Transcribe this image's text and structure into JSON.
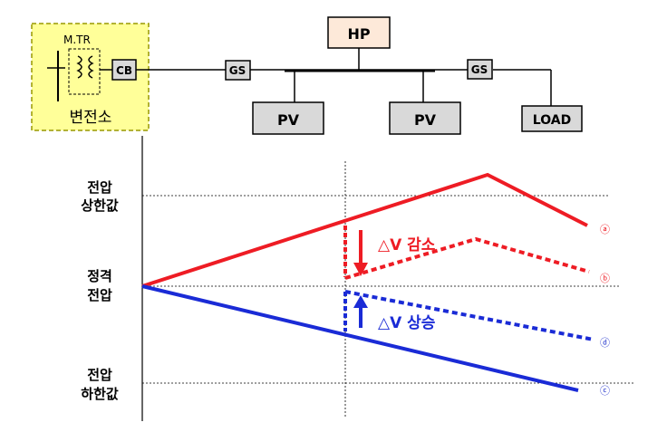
{
  "schematic": {
    "transformer_label": "M.TR",
    "cb_label": "CB",
    "substation_label": "변전소",
    "gs1_label": "GS",
    "gs2_label": "GS",
    "hp_label": "HP",
    "pv1_label": "PV",
    "pv2_label": "PV",
    "load_label": "LOAD",
    "colors": {
      "substation_fill": "#ffff99",
      "substation_border": "#999900",
      "box_fill": "#d9d9d9",
      "hp_fill": "#fde9d9"
    }
  },
  "profile": {
    "upper_limit_label": [
      "전압",
      "상한값"
    ],
    "rated_label": [
      "정격",
      "전압"
    ],
    "lower_limit_label": [
      "전압",
      "하한값"
    ],
    "decrease_label": "△V 감소",
    "increase_label": "△V 상승",
    "markers": [
      "ⓐ",
      "ⓑ",
      "ⓒ",
      "ⓓ"
    ],
    "colors": {
      "red": "#ee1c24",
      "blue": "#1a2bd6",
      "marker_red": "#ee1c24",
      "marker_blue": "#2233cc"
    }
  }
}
